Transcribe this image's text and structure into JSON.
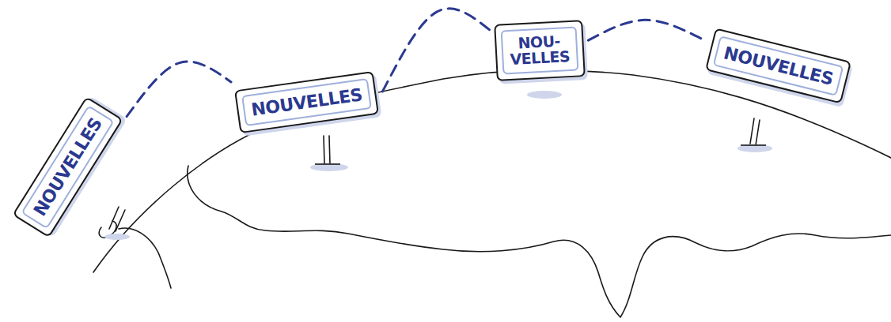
{
  "diagram": {
    "nodes": [
      {
        "text": [
          "NOUVELLES"
        ]
      },
      {
        "text": [
          "NOUVELLES"
        ]
      },
      {
        "text": [
          "NOU- VELLES"
        ]
      },
      {
        "text": [
          "NOUVELLES"
        ]
      }
    ],
    "edges": [
      {
        "from": 0,
        "to": 1,
        "arrow": "none"
      },
      {
        "from": 1,
        "to": 2,
        "arrow": "none"
      },
      {
        "from": 2,
        "to": 3,
        "arrow": "none"
      }
    ]
  }
}
